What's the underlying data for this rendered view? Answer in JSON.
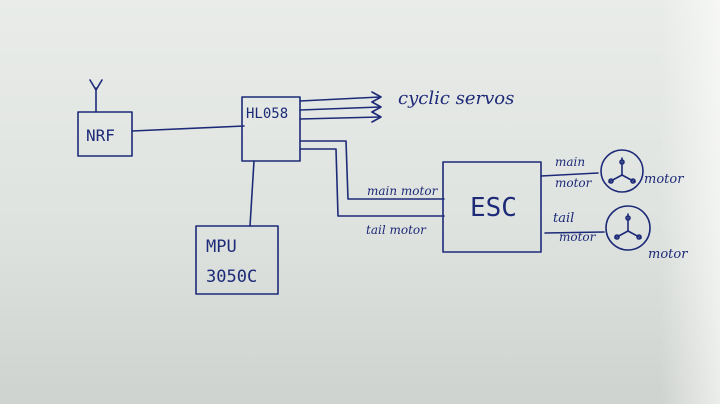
{
  "diagram": {
    "blocks": {
      "nrf": "NRF",
      "hl058": "HL058",
      "mpu_line1": "MPU",
      "mpu_line2": "3050C",
      "esc": "ESC"
    },
    "labels": {
      "cyclic_servos": "cyclic servos",
      "main_motor_in": "main motor",
      "tail_motor_in": "tail motor",
      "main_out_1": "main",
      "main_out_2": "motor",
      "tail_out_1": "tail",
      "tail_out_2": "motor",
      "motor_top": "motor",
      "motor_bottom": "motor"
    },
    "icons": [
      "antenna-icon",
      "motor-icon",
      "motor-icon"
    ],
    "ink_color": "#1d2a78"
  }
}
